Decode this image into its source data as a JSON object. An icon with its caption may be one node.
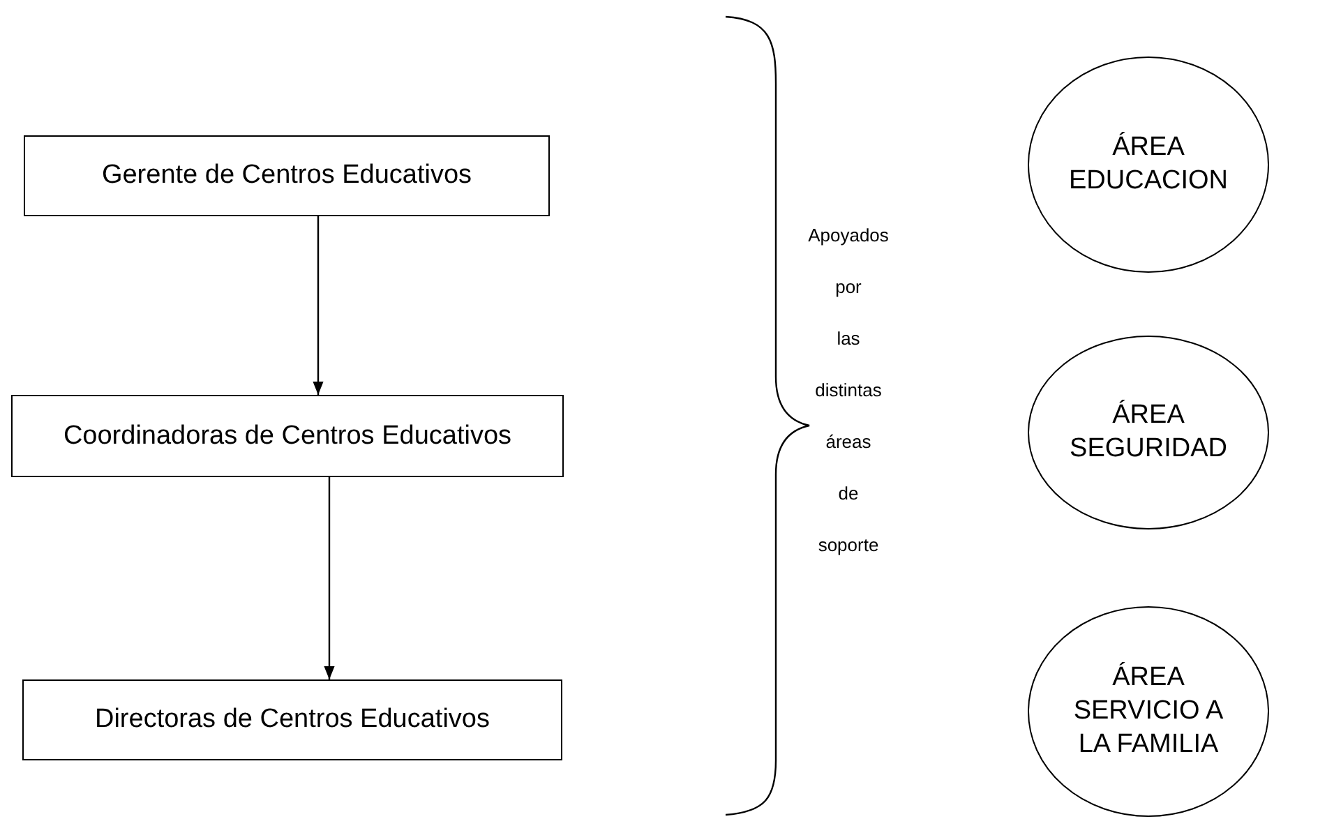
{
  "diagram": {
    "nodes": [
      {
        "text": [
          "Gerente de Centros Educativos"
        ]
      },
      {
        "text": [
          "Coordinadoras de Centros Educativos"
        ]
      },
      {
        "text": [
          "Directoras de Centros Educativos"
        ]
      },
      {
        "text": [
          "ÁREA EDUCACION"
        ]
      },
      {
        "text": [
          "ÁREA SEGURIDAD"
        ]
      },
      {
        "text": [
          "ÁREA SERVICIO A LA FAMILIA"
        ]
      }
    ],
    "edges": [
      {
        "from": 0,
        "to": 1,
        "arrow": "to"
      },
      {
        "from": 1,
        "to": 2,
        "arrow": "to"
      }
    ],
    "labels": [
      "Apoyados por las distintas áreas de soporte"
    ]
  }
}
